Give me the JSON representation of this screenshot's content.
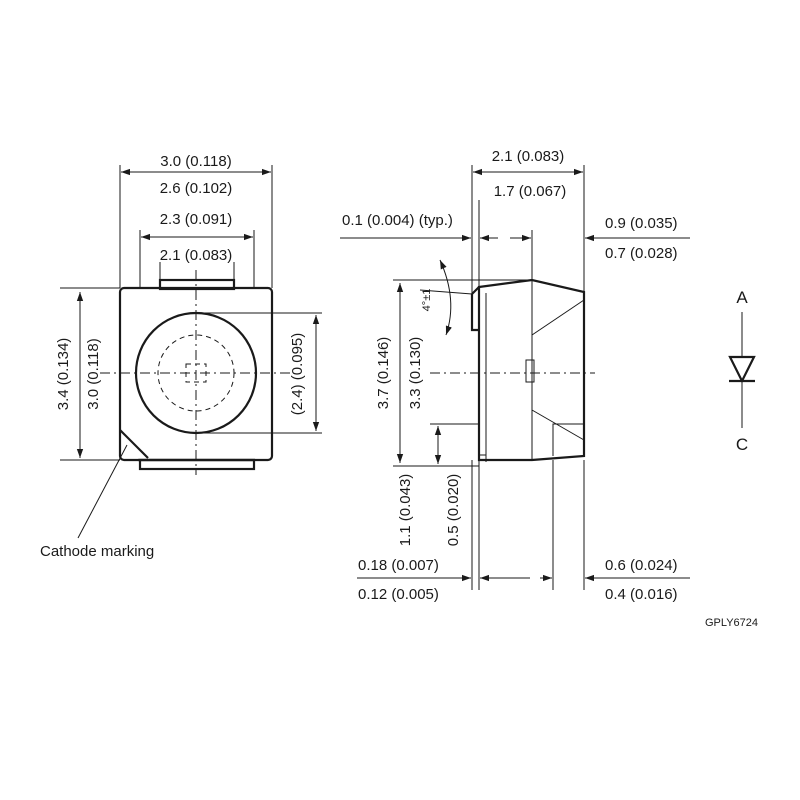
{
  "front_view": {
    "width_outer": "3.0 (0.118)",
    "width_body": "2.6 (0.102)",
    "pad_outer": "2.3 (0.091)",
    "pad_inner": "2.1 (0.083)",
    "height_outer": "3.4 (0.134)",
    "height_body": "3.0 (0.118)",
    "lens_dia": "(2.4) (0.095)",
    "cathode_label": "Cathode marking"
  },
  "side_view": {
    "depth_outer": "2.1 (0.083)",
    "depth_inner": "1.7 (0.067)",
    "step_typ": "0.1 (0.004) (typ.)",
    "lens_max": "0.9 (0.035)",
    "lens_min": "0.7 (0.028)",
    "angle": "4°±1",
    "height_outer": "3.7 (0.146)",
    "height_inner": "3.3 (0.130)",
    "lead_len": "1.1 (0.043)",
    "lead_min": "0.5 (0.020)",
    "lead_thk_max": "0.18 (0.007)",
    "lead_thk_min": "0.12 (0.005)",
    "pad_max": "0.6 (0.024)",
    "pad_min": "0.4 (0.016)"
  },
  "symbol": {
    "anode": "A",
    "cathode": "C"
  },
  "drawing_id": "GPLY6724"
}
